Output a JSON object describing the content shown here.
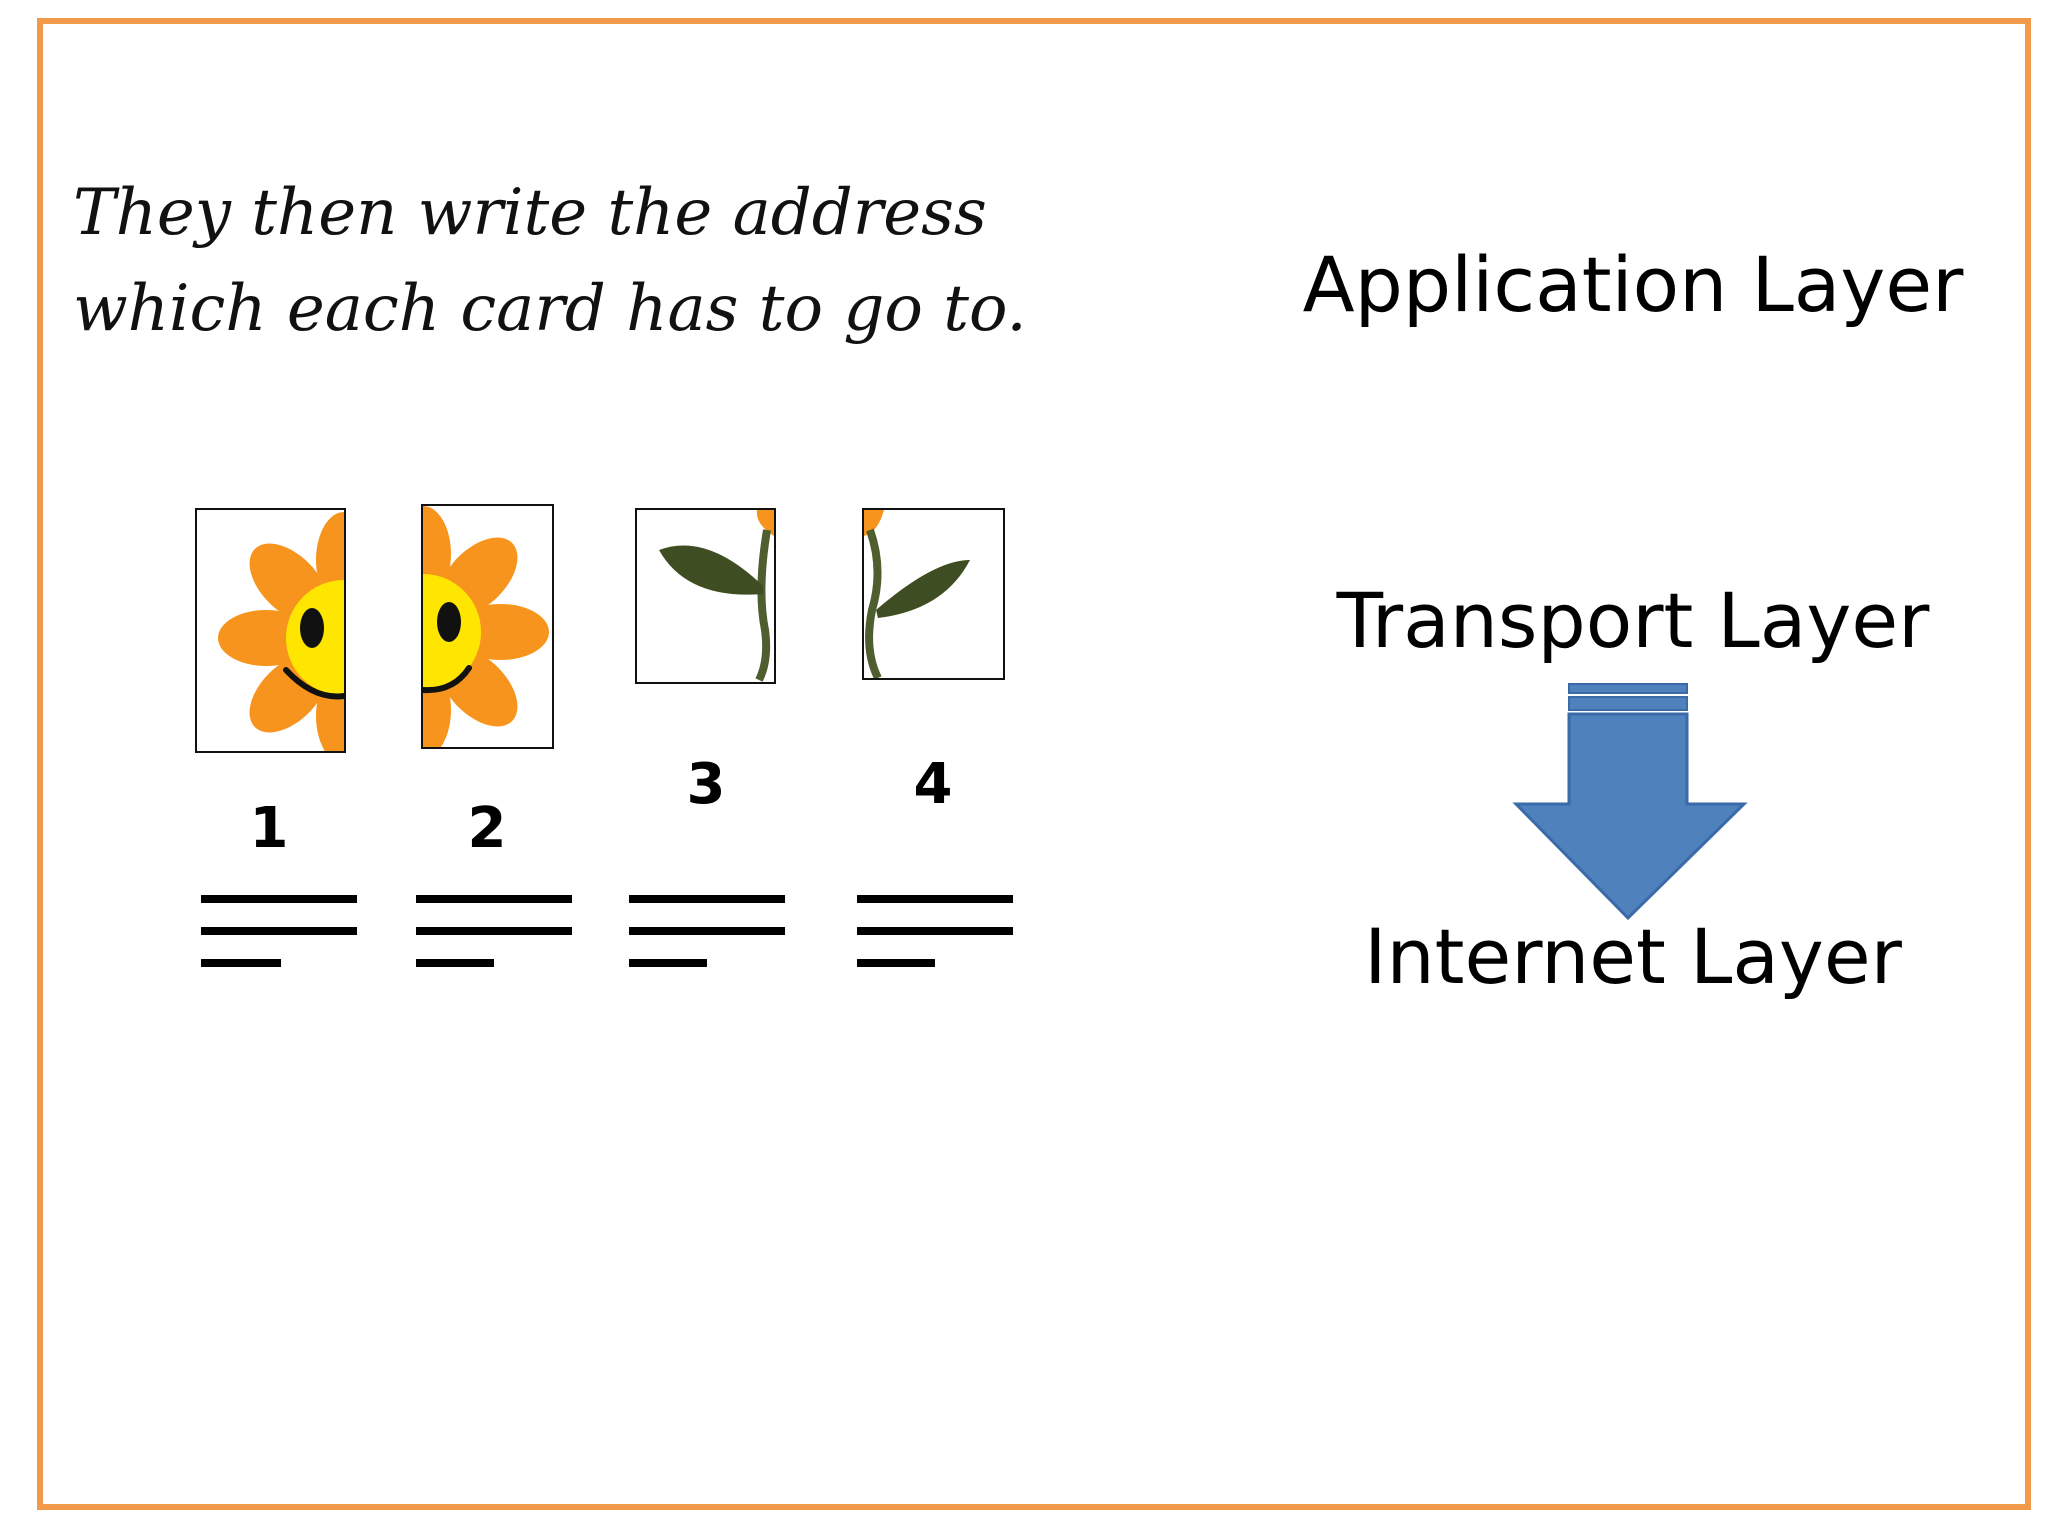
{
  "caption": "They then write the address which each card has to go to.",
  "layers": {
    "application": "Application Layer",
    "transport": "Transport Layer",
    "internet": "Internet Layer"
  },
  "arrow": {
    "color": "#4F81BD",
    "stroke": "#3A6AA8",
    "direction": "down"
  },
  "frame_color": "#F39A4A",
  "cards": [
    {
      "number": "1",
      "picture": "flower-head-left-half"
    },
    {
      "number": "2",
      "picture": "flower-head-right-half"
    },
    {
      "number": "3",
      "picture": "stem-left-half"
    },
    {
      "number": "4",
      "picture": "stem-right-half"
    }
  ]
}
